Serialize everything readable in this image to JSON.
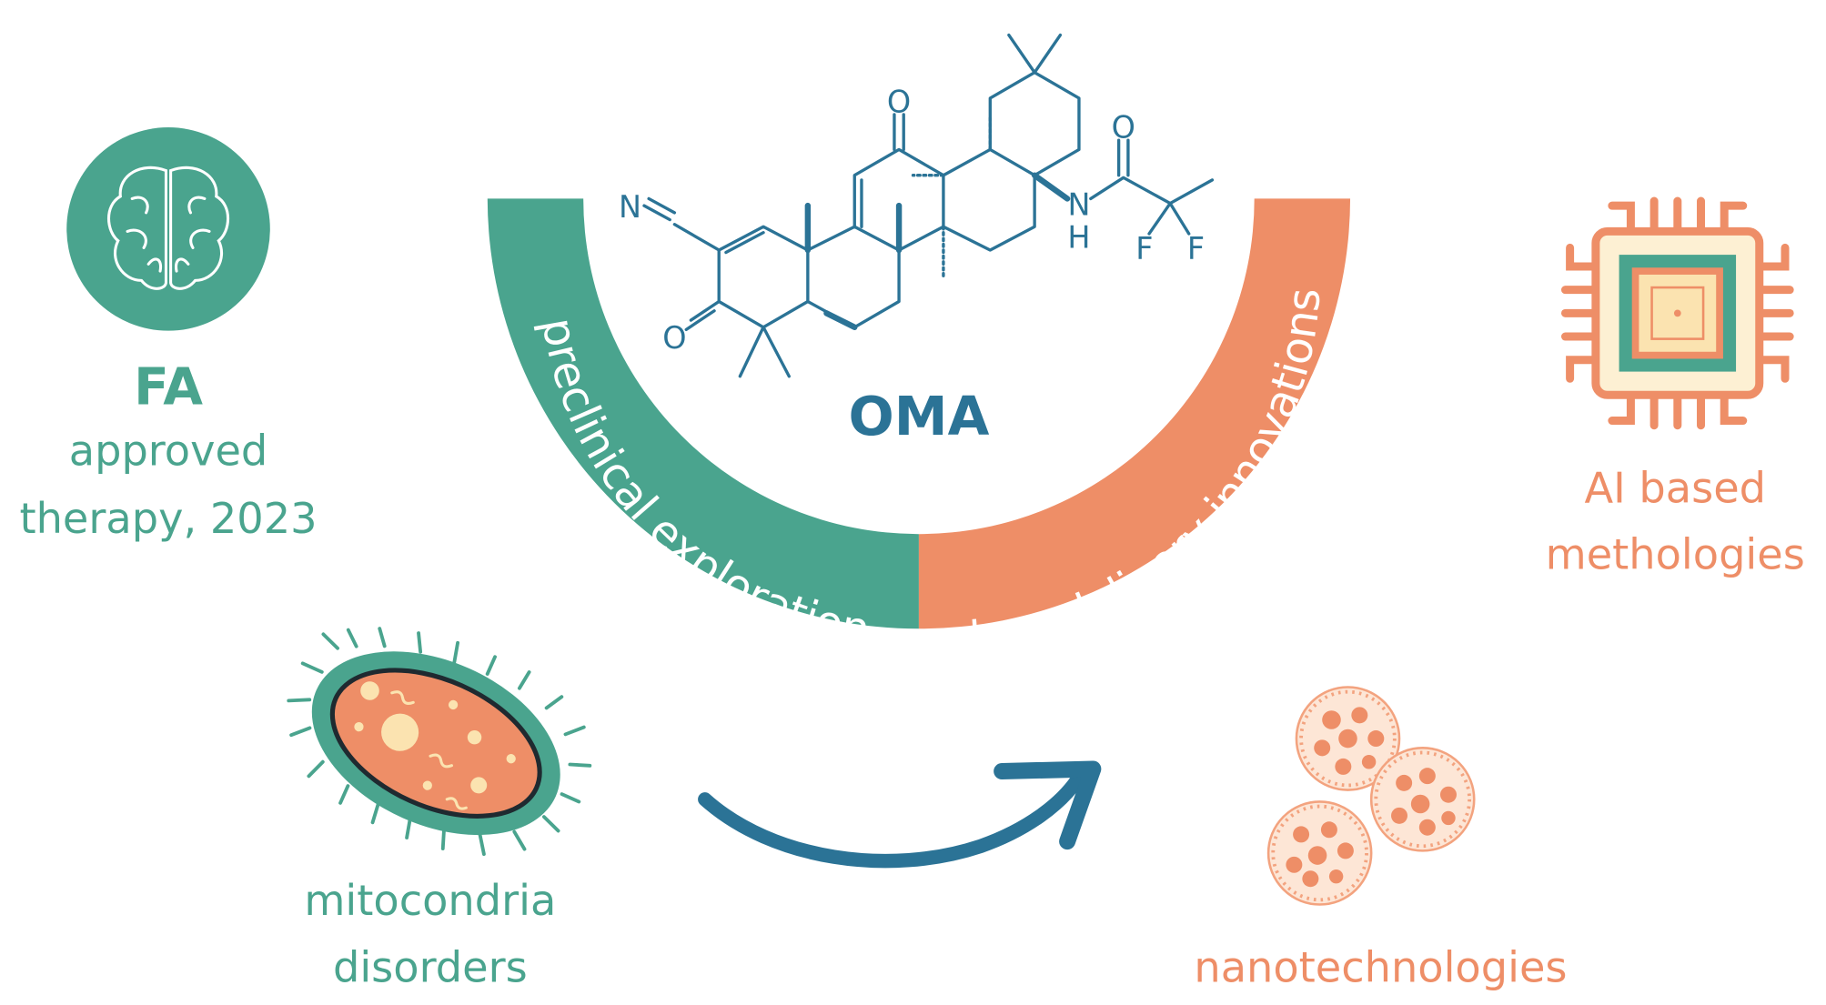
{
  "colors": {
    "teal": "#4aa48e",
    "teal_dark": "#3d8f7a",
    "orange": "#ee8e67",
    "orange_light": "#f3a37f",
    "blue": "#2b7396",
    "cream": "#fbe3b0",
    "cream_light": "#fdf0d3",
    "white": "#ffffff"
  },
  "center": {
    "molecule_label": "OMA",
    "arc_left_text": "preclinical exploration",
    "arc_right_text": "drug delivery innovations",
    "atoms": {
      "n_nitrile": "N",
      "o_ketone_top": "O",
      "o_ketone_left": "O",
      "o_amide": "O",
      "nh_n": "N",
      "nh_h": "H",
      "f1": "F",
      "f2": "F"
    }
  },
  "fa_block": {
    "icon": "brain-icon",
    "title": "FA",
    "line1": "approved",
    "line2": "therapy, 2023"
  },
  "ai_block": {
    "icon": "chip-icon",
    "line1": "AI based",
    "line2": "methologies"
  },
  "mito_block": {
    "icon": "mitochondria-icon",
    "line1": "mitocondria",
    "line2": "disorders"
  },
  "nano_block": {
    "icon": "nanoparticles-icon",
    "line1": "nanotechnologies"
  },
  "arrow": {
    "icon": "curved-arrow-icon"
  }
}
